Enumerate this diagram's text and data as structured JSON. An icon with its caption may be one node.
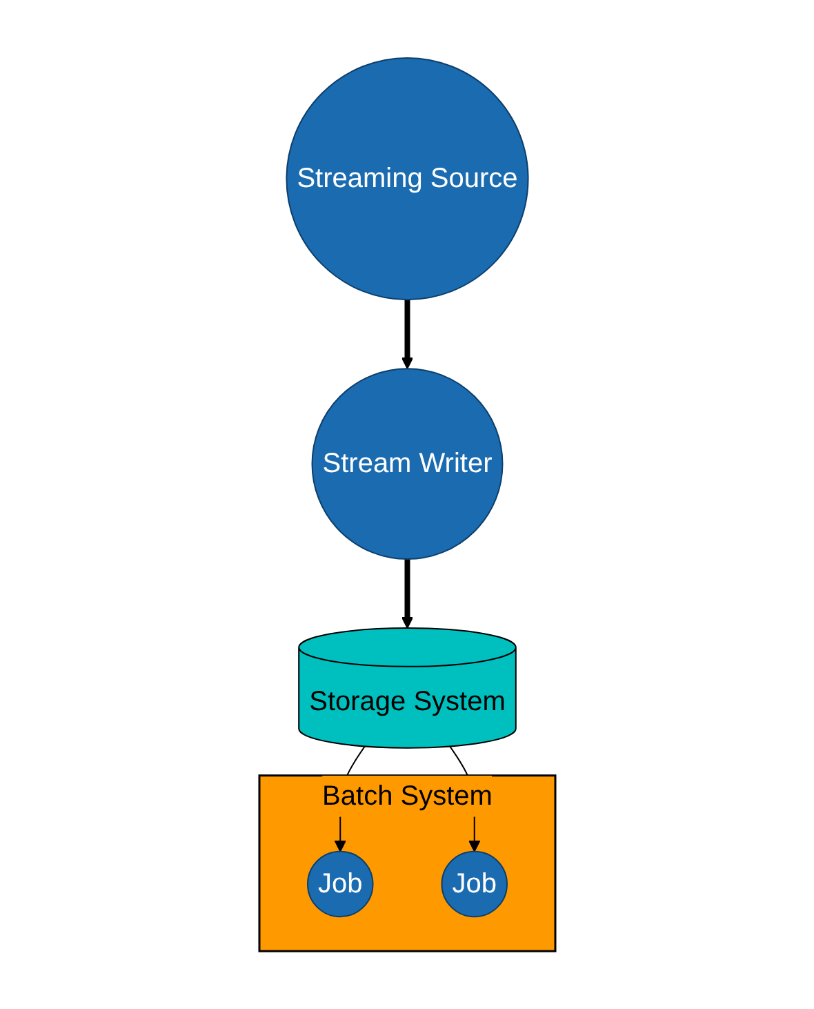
{
  "diagram": {
    "nodes": [
      {
        "text": [
          "Streaming Source"
        ]
      },
      {
        "text": [
          "Stream Writer"
        ]
      },
      {
        "text": [
          "Storage System"
        ]
      },
      {
        "text": [
          "Batch System"
        ]
      },
      {
        "text": [
          "Job"
        ],
        "in": 3
      },
      {
        "text": [
          "Job"
        ],
        "in": 3
      }
    ],
    "edges": [
      {
        "from": 0,
        "to": 1,
        "arrow": "to",
        "style": "thick"
      },
      {
        "from": 1,
        "to": 2,
        "arrow": "to",
        "style": "thick"
      },
      {
        "from": 2,
        "to": 4,
        "arrow": "to"
      },
      {
        "from": 2,
        "to": 5,
        "arrow": "to"
      }
    ]
  }
}
